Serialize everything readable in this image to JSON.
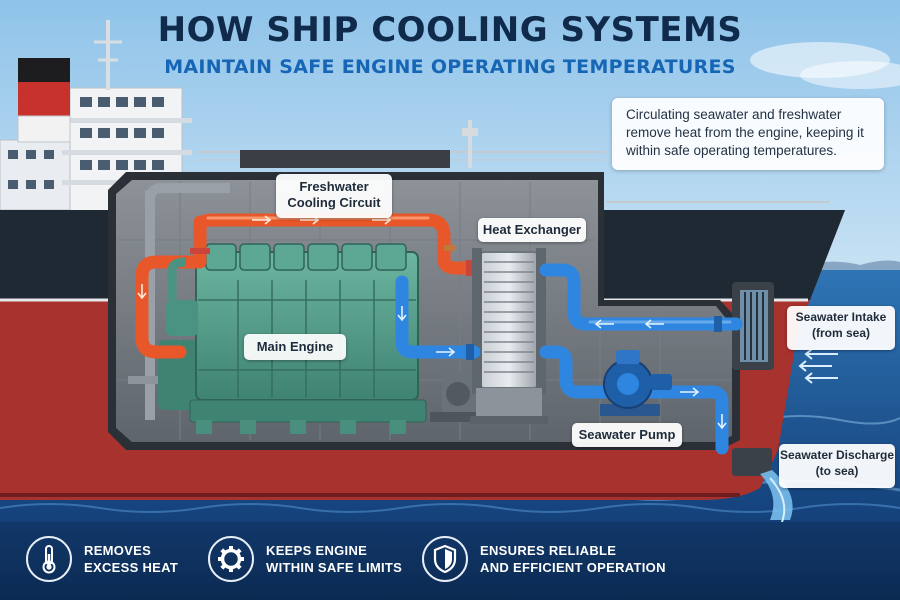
{
  "title": {
    "main": "HOW SHIP COOLING SYSTEMS",
    "sub": "MAINTAIN SAFE ENGINE OPERATING TEMPERATURES"
  },
  "description": "Circulating seawater and freshwater remove heat from the engine, keeping it within safe operating temperatures.",
  "labels": {
    "freshwater_line1": "Freshwater",
    "freshwater_line2": "Cooling Circuit",
    "heat_exchanger": "Heat Exchanger",
    "main_engine": "Main Engine",
    "seawater_pump": "Seawater Pump",
    "intake_line1": "Seawater Intake",
    "intake_line2": "(from sea)",
    "discharge_line1": "Seawater Discharge",
    "discharge_line2": "(to sea)"
  },
  "features": [
    {
      "icon": "thermometer-icon",
      "line1": "REMOVES",
      "line2": "EXCESS HEAT"
    },
    {
      "icon": "gear-icon",
      "line1": "KEEPS ENGINE",
      "line2": "WITHIN SAFE LIMITS"
    },
    {
      "icon": "shield-icon",
      "line1": "ENSURES RELIABLE",
      "line2": "AND EFFICIENT OPERATION"
    }
  ],
  "colors": {
    "freshwater_circuit": "#e8572a",
    "seawater_circuit": "#2f86e0",
    "engine": "#4f9a86",
    "hull_red": "#a8322e",
    "banner": "#0f3263"
  }
}
